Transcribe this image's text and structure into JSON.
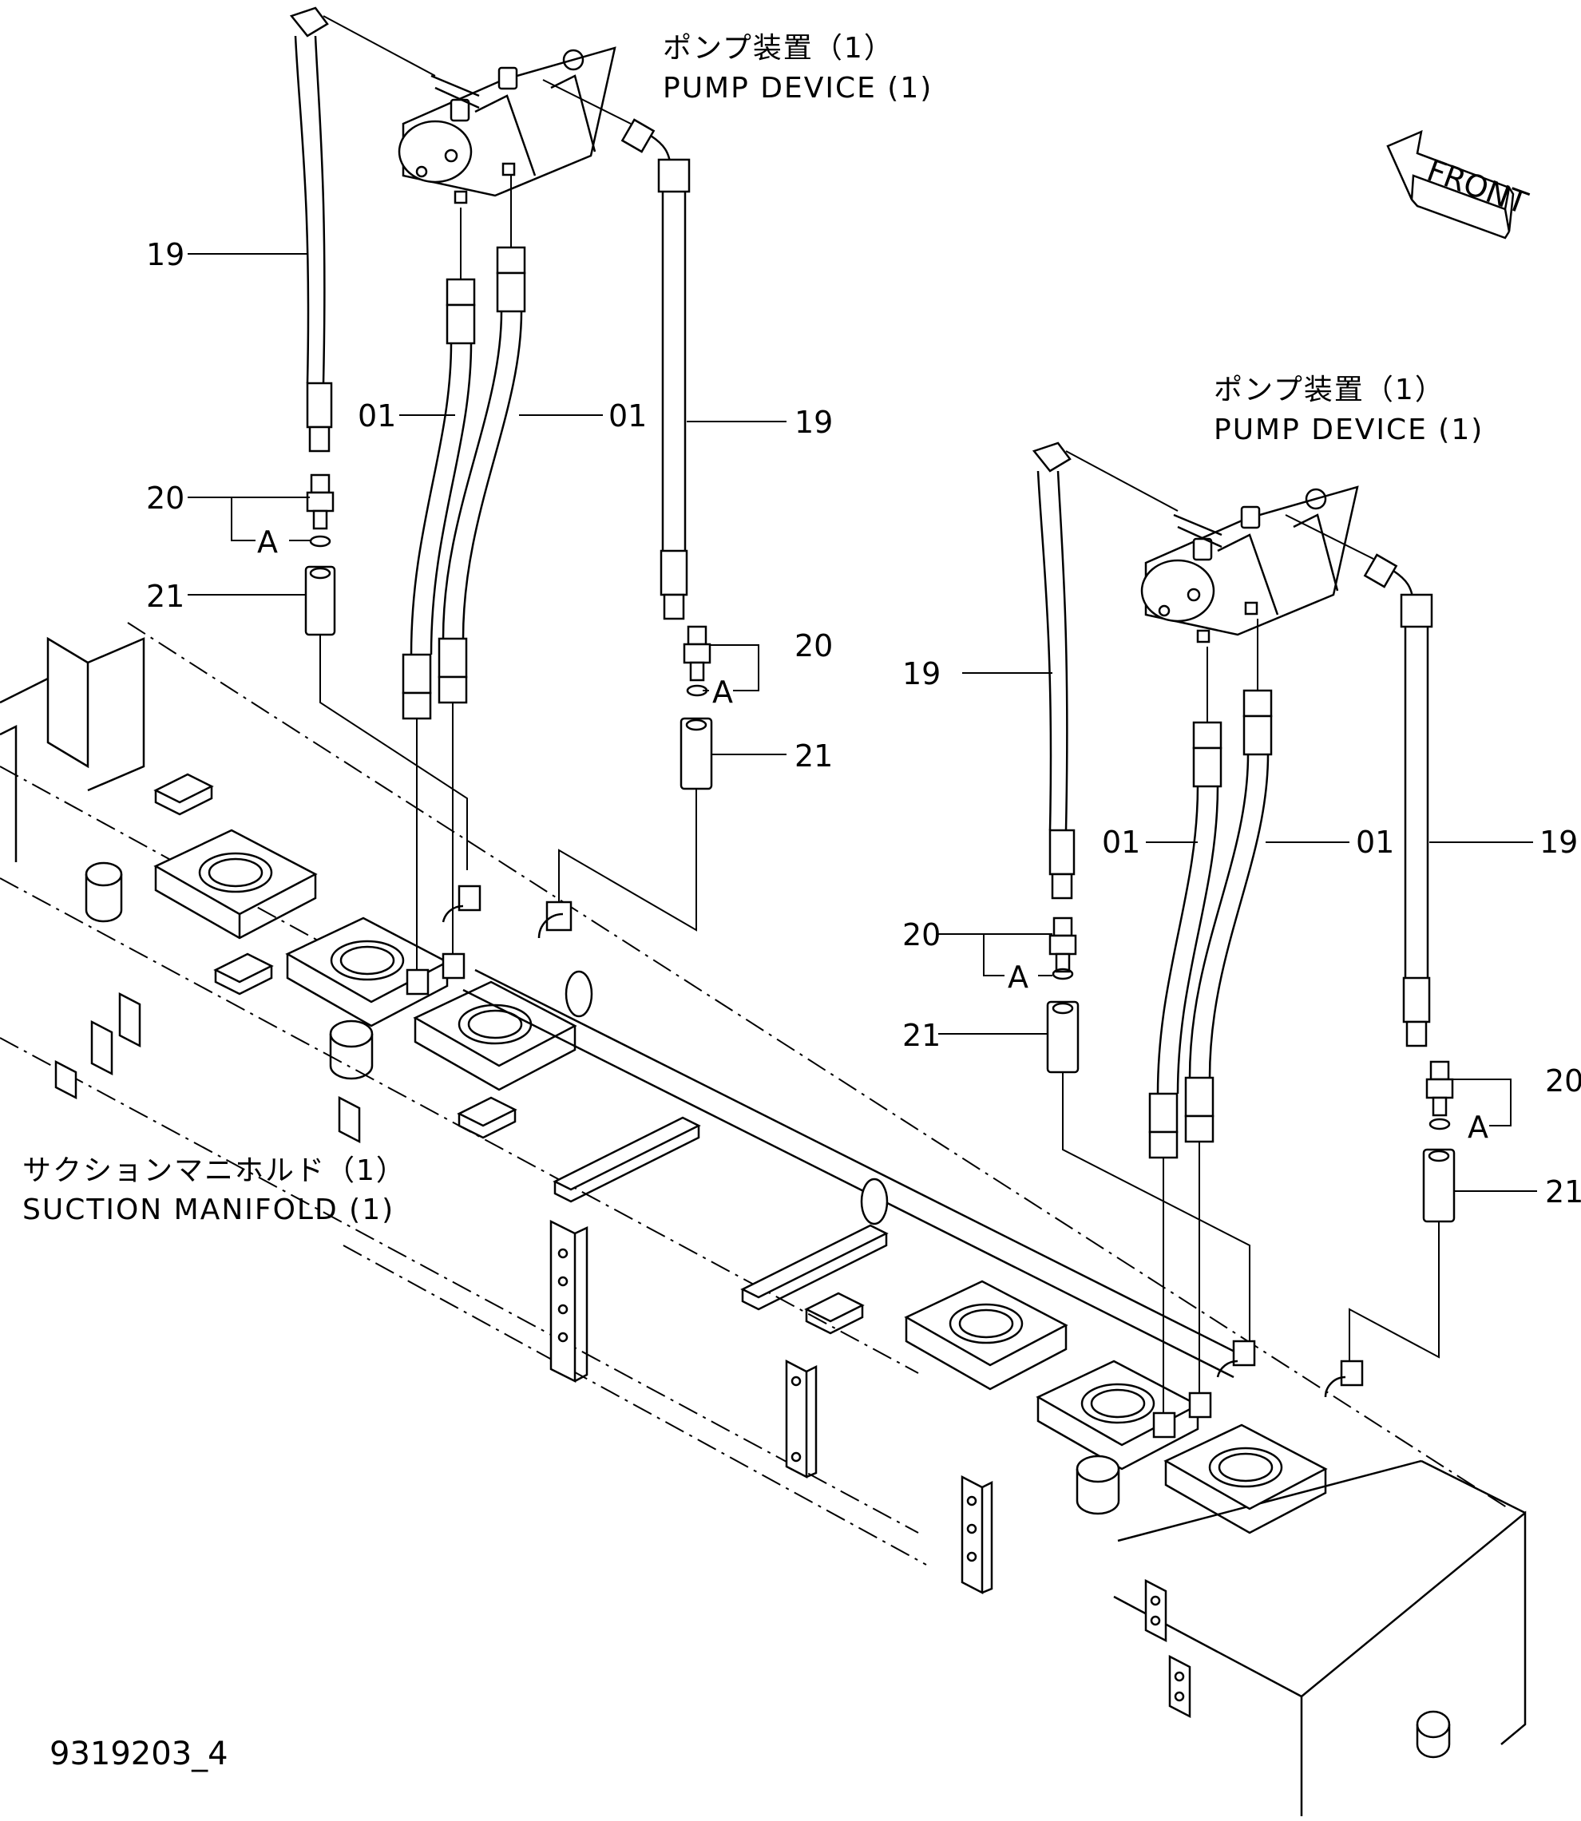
{
  "colors": {
    "ink": "#000000",
    "paper": "#ffffff"
  },
  "assembly_1": {
    "title_jp": "ポンプ装置（1）",
    "title_en": "PUMP DEVICE (1)",
    "labels": {
      "hose_left": "19",
      "hose_right": "19",
      "tube_left": "01",
      "tube_right": "01",
      "fitting_left": "20",
      "fitting_right": "20",
      "adapter_left": "21",
      "adapter_right": "21",
      "oring_left": "A",
      "oring_right": "A"
    }
  },
  "assembly_2": {
    "title_jp": "ポンプ装置（1）",
    "title_en": "PUMP DEVICE (1)",
    "labels": {
      "hose_left": "19",
      "hose_right": "19",
      "tube_left": "01",
      "tube_right": "01",
      "fitting_left": "20",
      "fitting_right": "20",
      "adapter_left": "21",
      "adapter_right": "21",
      "oring_left": "A",
      "oring_right": "A"
    }
  },
  "manifold": {
    "title_jp": "サクションマニホルド（1）",
    "title_en": "SUCTION MANIFOLD (1)"
  },
  "front_arrow": {
    "label": "FRONT",
    "icon": "front-arrow-icon"
  },
  "drawing_code": "9319203_4"
}
